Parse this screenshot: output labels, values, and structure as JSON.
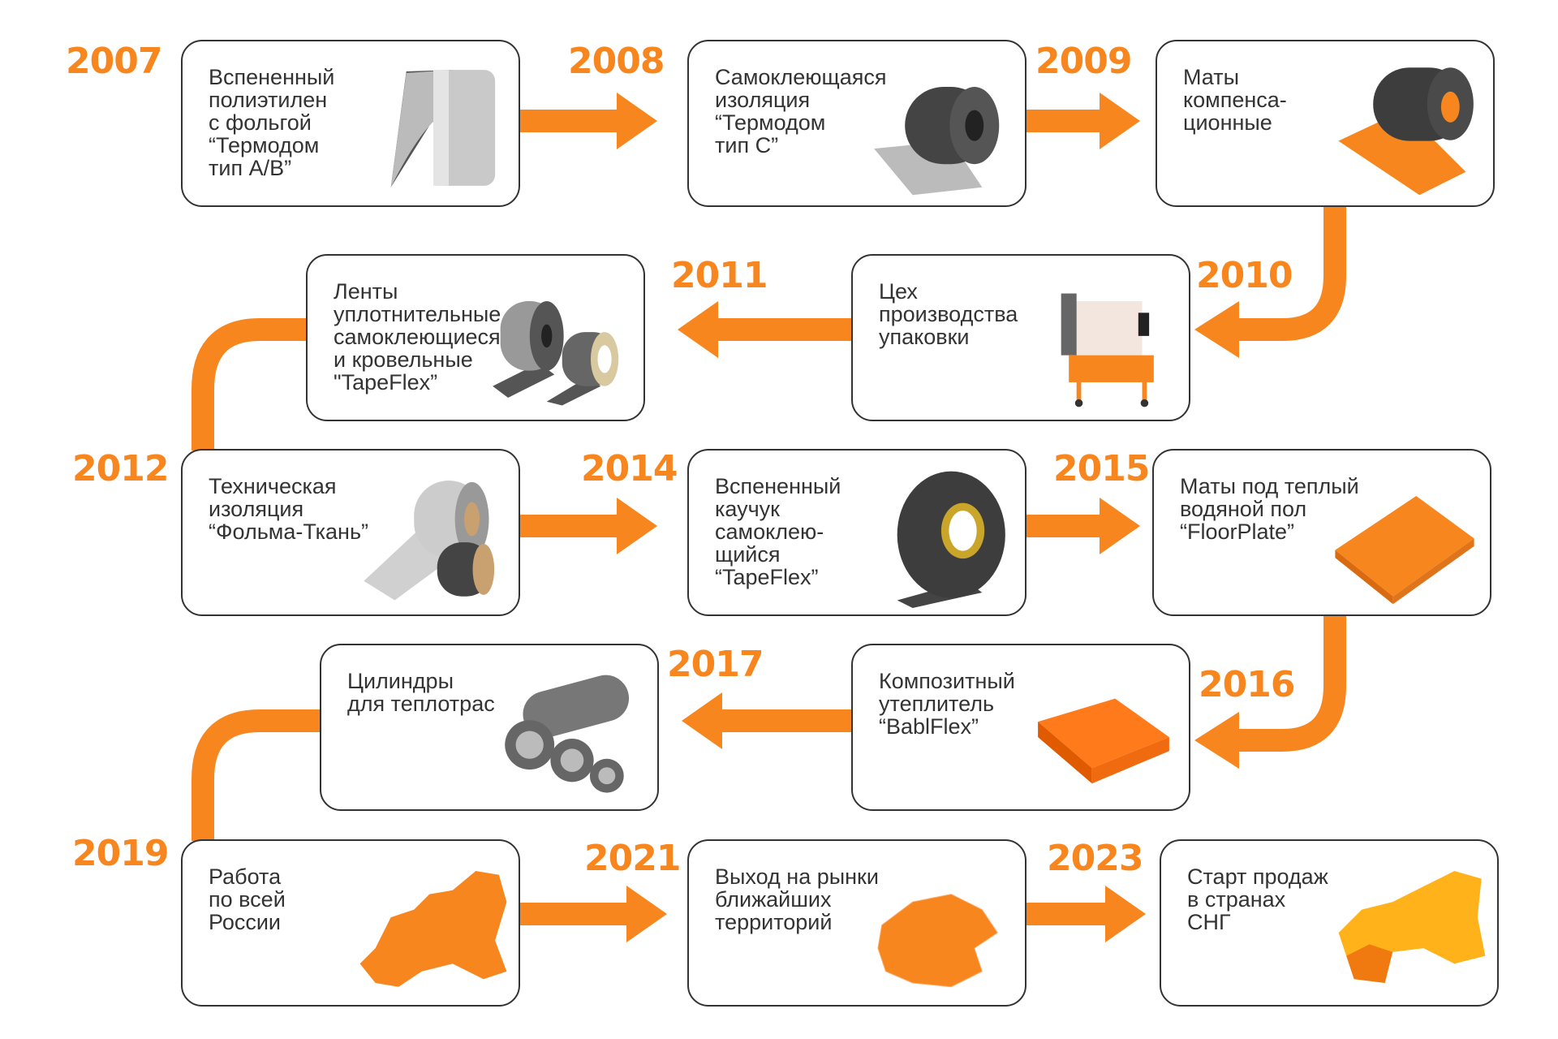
{
  "accent_color": "#f7861f",
  "milestones": [
    {
      "year": "2007",
      "text": "Вспененный\nполиэтилен\nс фольгой\n“Термодом\nтип А/В”",
      "image": "foil-roll"
    },
    {
      "year": "2008",
      "text": "Самоклеющаяся\nизоляция\n“Термодом\nтип С”",
      "image": "gray-roll"
    },
    {
      "year": "2009",
      "text": "Маты\nкомпенса-\nционные",
      "image": "orange-mat-roll"
    },
    {
      "year": "2010",
      "text": "Цех\nпроизводства\nупаковки",
      "image": "packing-machine"
    },
    {
      "year": "2011",
      "text": "Ленты\nуплотнительные\nсамоклеющиеся\nи кровельные\n\"TapeFlex”",
      "image": "tape-rolls"
    },
    {
      "year": "2012",
      "text": "Техническая\nизоляция\n“Фольма-Ткань”",
      "image": "fabric-roll"
    },
    {
      "year": "2014",
      "text": "Вспененный\nкаучук\nсамоклею-\nщийся\n“TapeFlex”",
      "image": "rubber-tape"
    },
    {
      "year": "2015",
      "text": "Маты под теплый\nводяной пол\n“FloorPlate”",
      "image": "floor-plate"
    },
    {
      "year": "2016",
      "text": "Композитный\nутеплитель\n“BablFlex”",
      "image": "bablflex-sheet"
    },
    {
      "year": "2017",
      "text": "Цилиндры\nдля теплотрас",
      "image": "pipe-cylinders"
    },
    {
      "year": "2019",
      "text": "Работа\nпо всей\nРоссии",
      "image": "russia-map"
    },
    {
      "year": "2021",
      "text": "Выход на рынки\nближайших\nтерриторий",
      "image": "central-asia-map"
    },
    {
      "year": "2023",
      "text": "Старт продаж\nв странах\nСНГ",
      "image": "cis-map"
    }
  ]
}
